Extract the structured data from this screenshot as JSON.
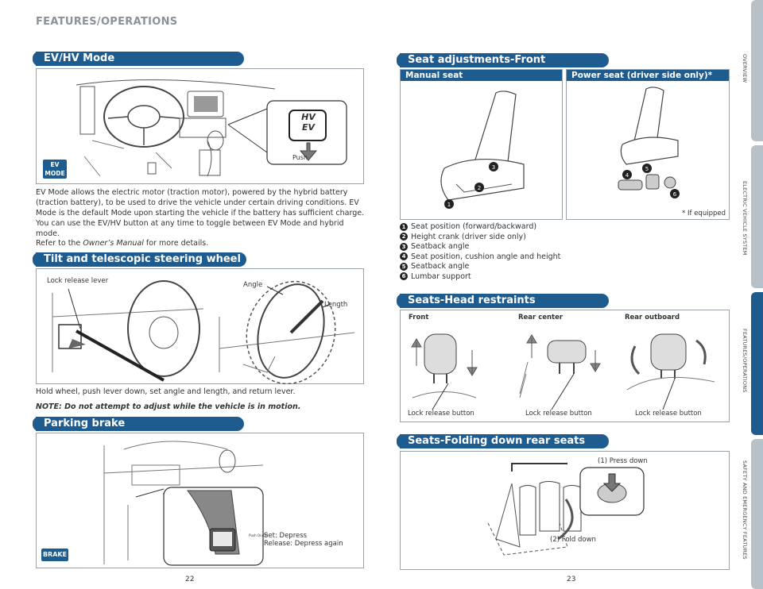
{
  "header": {
    "title": "FEATURES/OPERATIONS"
  },
  "ev_mode": {
    "heading": "EV/HV Mode",
    "push_label": "Push",
    "badge": "EV MODE",
    "button_text": "HV EV",
    "desc": "EV Mode allows the electric motor (traction motor), powered by the hybrid battery (traction battery), to be used to drive the vehicle under certain driving conditions. EV Mode is the default Mode upon starting the vehicle if the battery has sufficient charge. You can use the EV/HV button at any time to toggle between EV Mode and hybrid mode.",
    "refer_prefix": "Refer to the ",
    "refer_italic": "Owner’s Manual",
    "refer_suffix": " for more details."
  },
  "steering": {
    "heading": "Tilt and telescopic steering wheel",
    "lock_label": "Lock release lever",
    "angle_label": "Angle",
    "length_label": "Length",
    "desc": "Hold wheel, push lever down, set angle and length, and return lever.",
    "note": "NOTE: Do not attempt to adjust while the vehicle is in motion."
  },
  "parking": {
    "heading": "Parking brake",
    "badge": "BRAKE",
    "set_text": "Set: Depress",
    "release_text": "Release: Depress again",
    "pedal_text": "Push On/Off"
  },
  "seat_front": {
    "heading": "Seat adjustments-Front",
    "manual_label": "Manual seat",
    "power_label": "Power seat (driver side only)*",
    "if_equipped": "* If equipped",
    "items": [
      {
        "n": "1",
        "text": "Seat position (forward/backward)"
      },
      {
        "n": "2",
        "text": "Height crank (driver side only)"
      },
      {
        "n": "3",
        "text": "Seatback angle"
      },
      {
        "n": "4",
        "text": "Seat position, cushion angle and height"
      },
      {
        "n": "5",
        "text": "Seatback angle"
      },
      {
        "n": "6",
        "text": "Lumbar support"
      }
    ]
  },
  "head_restraints": {
    "heading": "Seats-Head restraints",
    "cols": [
      "Front",
      "Rear center",
      "Rear outboard"
    ],
    "lock_label": "Lock release button"
  },
  "folding": {
    "heading": "Seats-Folding down rear seats",
    "press_label": "(1) Press down",
    "fold_label": "(2) Fold down"
  },
  "pages": {
    "left": "22",
    "right": "23"
  },
  "side_tabs": [
    "OVERVIEW",
    "ELECTRIC VEHICLE SYSTEM",
    "FEATURES/OPERATIONS",
    "SAFETY AND EMERGENCY FEATURES"
  ],
  "colors": {
    "accent": "#1e5b8e",
    "tab_inactive": "#b9c1c8"
  }
}
